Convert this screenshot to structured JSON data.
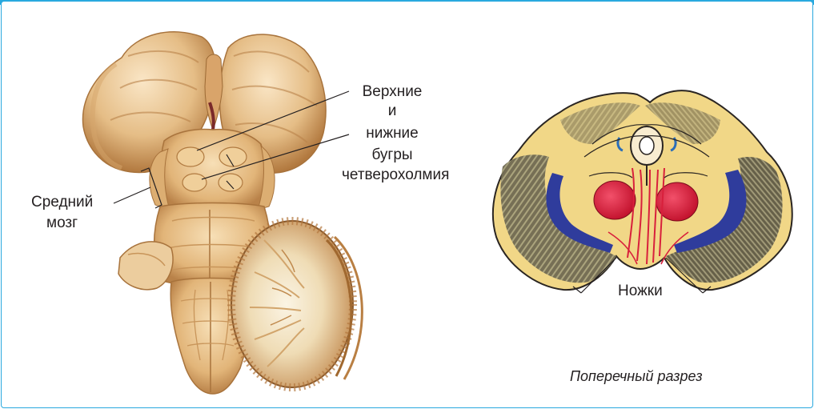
{
  "labels": {
    "verkhnie": "Верхние",
    "i": "и",
    "nizhnie": "нижние",
    "bugry": "бугры",
    "chetverokholmiya": "четверохолмия",
    "sredniy": "Средний",
    "mozg": "мозг",
    "nozhki": "Ножки",
    "poperechny": "Поперечный разрез"
  },
  "colors": {
    "frame": "#29a9df",
    "flesh": "#e8c08a",
    "flesh_dark": "#b98249",
    "flesh_light": "#f6dcb2",
    "cross_yellow": "#f3d98a",
    "cross_blue": "#2f3c9c",
    "cross_red": "#d8203c",
    "cross_dark": "#3a3431"
  }
}
